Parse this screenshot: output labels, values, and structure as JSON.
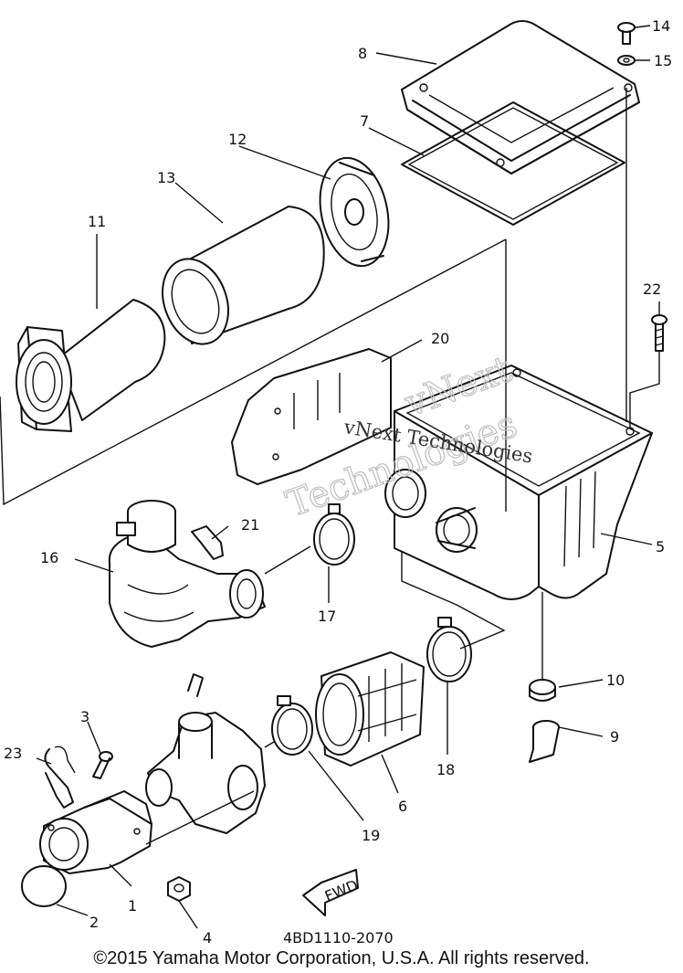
{
  "callouts": {
    "c1": "1",
    "c2": "2",
    "c3": "3",
    "c4": "4",
    "c5": "5",
    "c6": "6",
    "c7": "7",
    "c8": "8",
    "c9": "9",
    "c10": "10",
    "c11": "11",
    "c12": "12",
    "c13": "13",
    "c14": "14",
    "c15": "15",
    "c16": "16",
    "c17": "17",
    "c18": "18",
    "c19": "19",
    "c20": "20",
    "c21": "21",
    "c22": "22",
    "c23": "23"
  },
  "fwd_label": "FWD",
  "part_code": "4BD1110-2070",
  "watermark": {
    "line1": "vNext",
    "line2": "Technologies",
    "line3": "vNext Technologies"
  },
  "copyright": "©2015 Yamaha Motor Corporation, U.S.A. All rights reserved."
}
